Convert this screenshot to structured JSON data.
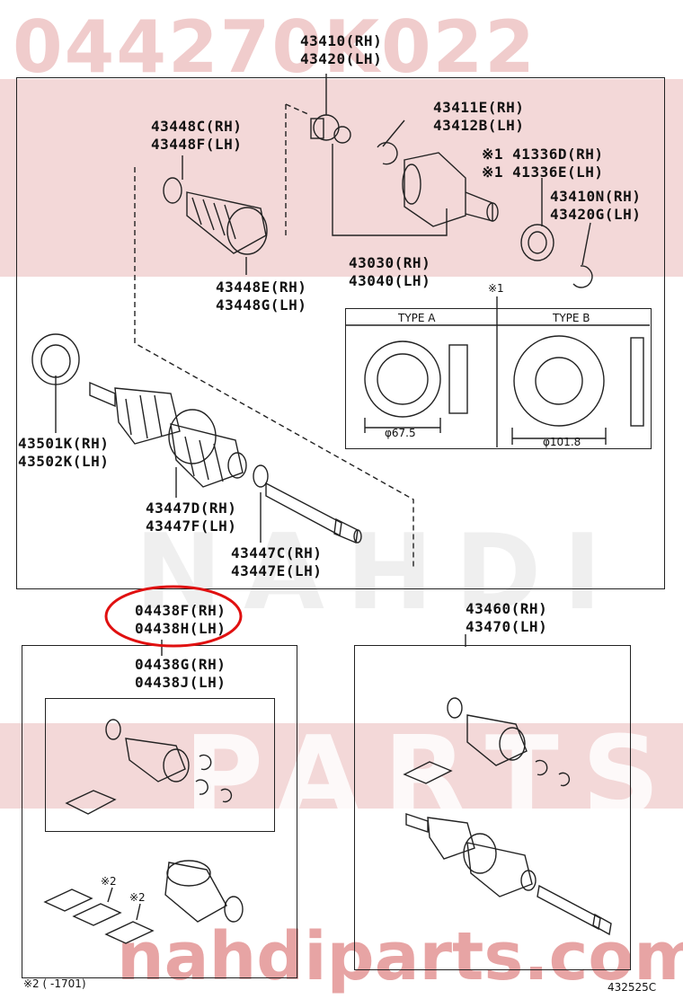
{
  "watermarks": {
    "part_number": "044270K022",
    "brand": "NAHDI",
    "parts": "PARTS",
    "url": "nahdiparts.com"
  },
  "labels": {
    "l43410": "43410(RH)",
    "l43420": "43420(LH)",
    "l43448c": "43448C(RH)",
    "l43448f": "43448F(LH)",
    "l43411e": "43411E(RH)",
    "l43412b": "43412B(LH)",
    "l41336d": "※1 41336D(RH)",
    "l41336e": "※1 41336E(LH)",
    "l43410n": "43410N(RH)",
    "l43420g": "43420G(LH)",
    "l43448e": "43448E(RH)",
    "l43448g": "43448G(LH)",
    "l43030": "43030(RH)",
    "l43040": "43040(LH)",
    "note1": "※1",
    "l43501k": "43501K(RH)",
    "l43502k": "43502K(LH)",
    "l43447d": "43447D(RH)",
    "l43447f": "43447F(LH)",
    "l43447c": "43447C(RH)",
    "l43447e": "43447E(LH)",
    "l04438f": "04438F(RH)",
    "l04438h": "04438H(LH)",
    "l43460": "43460(RH)",
    "l43470": "43470(LH)",
    "l04438g": "04438G(RH)",
    "l04438j": "04438J(LH)",
    "note2a": "※2",
    "note2b": "※2",
    "footnote": "※2 (      -1701)",
    "diagram_code": "432525C"
  },
  "table": {
    "type_a": "TYPE A",
    "type_b": "TYPE B",
    "dim_a": "φ67.5",
    "dim_b": "φ101.8"
  },
  "highlight_color": "#e01010",
  "watermark_color": "#e0a8a8"
}
